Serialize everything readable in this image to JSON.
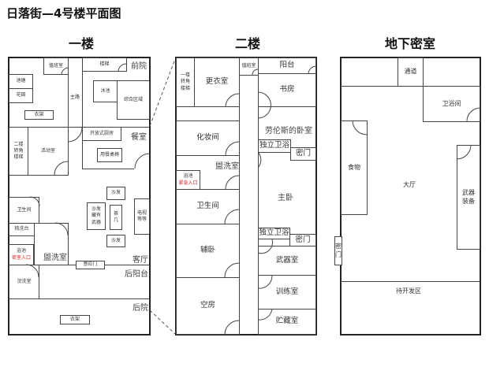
{
  "title": "日落街—4号楼平面图",
  "floors": {
    "first": {
      "name": "一楼",
      "rooms": {
        "duty_room": "值班室",
        "pond": "池塘",
        "garden": "花田",
        "clothes_rack_front": "衣架",
        "main_road": "主路",
        "stairs": "楼梯",
        "front_yard": "前院",
        "bath_pool": "沐池",
        "multi_area": "综合区域",
        "stairs_to_second": "二楼转角楼梯",
        "activity_room": "活动室",
        "open_kitchen": "开放式厨房",
        "dining_room": "餐室",
        "dining_table": "用餐桌椅",
        "restroom": "卫生间",
        "vanity": "梳洗台",
        "washroom": "盥洗室",
        "bathtub": "浴池",
        "secret_entrance": "密室入口",
        "laundry": "浣洗室",
        "sensor_door": "感应门",
        "sofa_top": "沙发",
        "sofa_weapons": "沙发藏有武器",
        "tea_table": "茶几",
        "sofa_bottom": "沙发",
        "tv": "电视等等",
        "living_room": "客厅",
        "back_balcony": "后阳台",
        "back_yard": "后院",
        "clothes_rack_back": "衣架"
      }
    },
    "second": {
      "name": "二楼",
      "rooms": {
        "stairs_to_first": "一楼转角楼梯",
        "dressing_room": "更衣室",
        "duty_room": "值班室",
        "balcony": "阳台",
        "study": "书房",
        "lawrence_bedroom": "劳伦斯的卧室",
        "private_bath_1": "独立卫浴",
        "secret_door_1": "密门",
        "makeup_room": "化妆间",
        "washroom": "盥洗室",
        "bathtub": "浴池",
        "emergency_entrance": "紧急入口",
        "restroom": "卫生间",
        "master_bedroom": "主卧",
        "private_bath_2": "独立卫浴",
        "secret_door_2": "密门",
        "guest_bedroom": "辅卧",
        "weapon_room": "武器室",
        "training_room": "训练室",
        "empty_room": "空房",
        "storage_room": "贮藏室"
      }
    },
    "basement": {
      "name": "地下密室",
      "rooms": {
        "passage": "通道",
        "bathroom": "卫浴间",
        "food": "食物",
        "hall": "大厅",
        "weapons_gear": "武器装备",
        "secret_door": "密门",
        "undeveloped": "待开发区"
      }
    }
  },
  "colors": {
    "wall": "#222222",
    "emphasis_red": "#dd2222"
  }
}
